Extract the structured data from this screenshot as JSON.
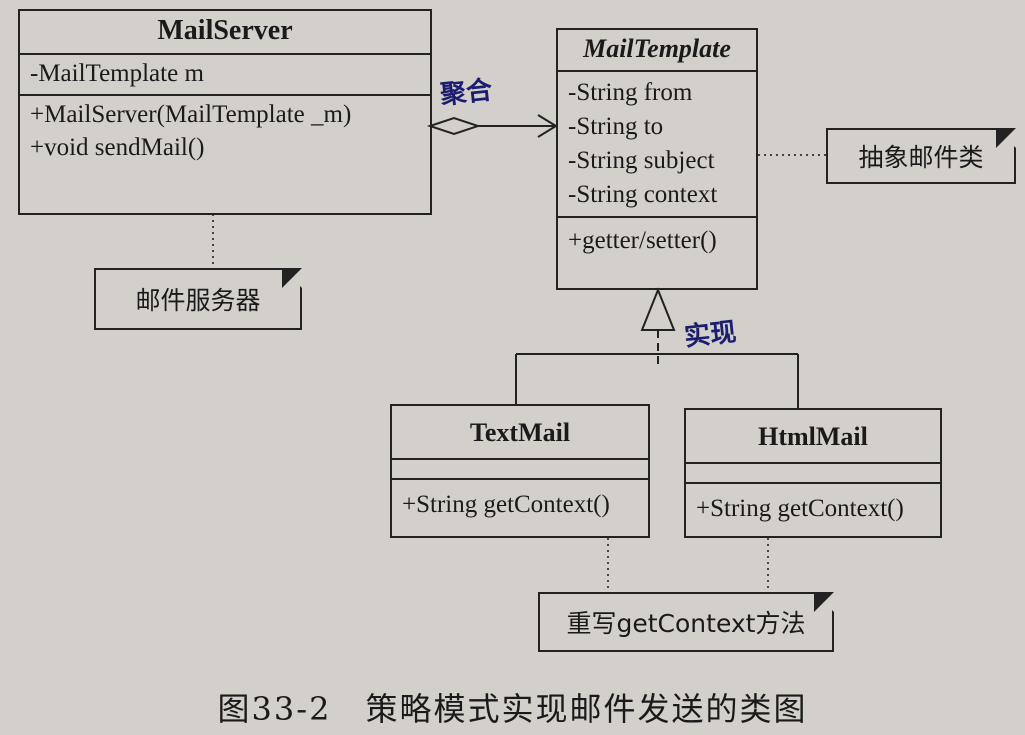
{
  "classes": {
    "mail_server": {
      "name": "MailServer",
      "attributes": [
        "-MailTemplate m"
      ],
      "operations": [
        "+MailServer(MailTemplate _m)",
        "+void sendMail()"
      ]
    },
    "mail_template": {
      "name": "MailTemplate",
      "attributes": [
        "-String from",
        "-String to",
        "-String subject",
        "-String context"
      ],
      "operations": [
        "+getter/setter()"
      ]
    },
    "text_mail": {
      "name": "TextMail",
      "operations": [
        "+String getContext()"
      ]
    },
    "html_mail": {
      "name": "HtmlMail",
      "operations": [
        "+String getContext()"
      ]
    }
  },
  "notes": {
    "mail_server_note": "邮件服务器",
    "abstract_mail_note": "抽象邮件类",
    "override_note": "重写getContext方法"
  },
  "annotations": {
    "aggregation": "聚合",
    "realization": "实现"
  },
  "caption": "图33-2　策略模式实现邮件发送的类图"
}
